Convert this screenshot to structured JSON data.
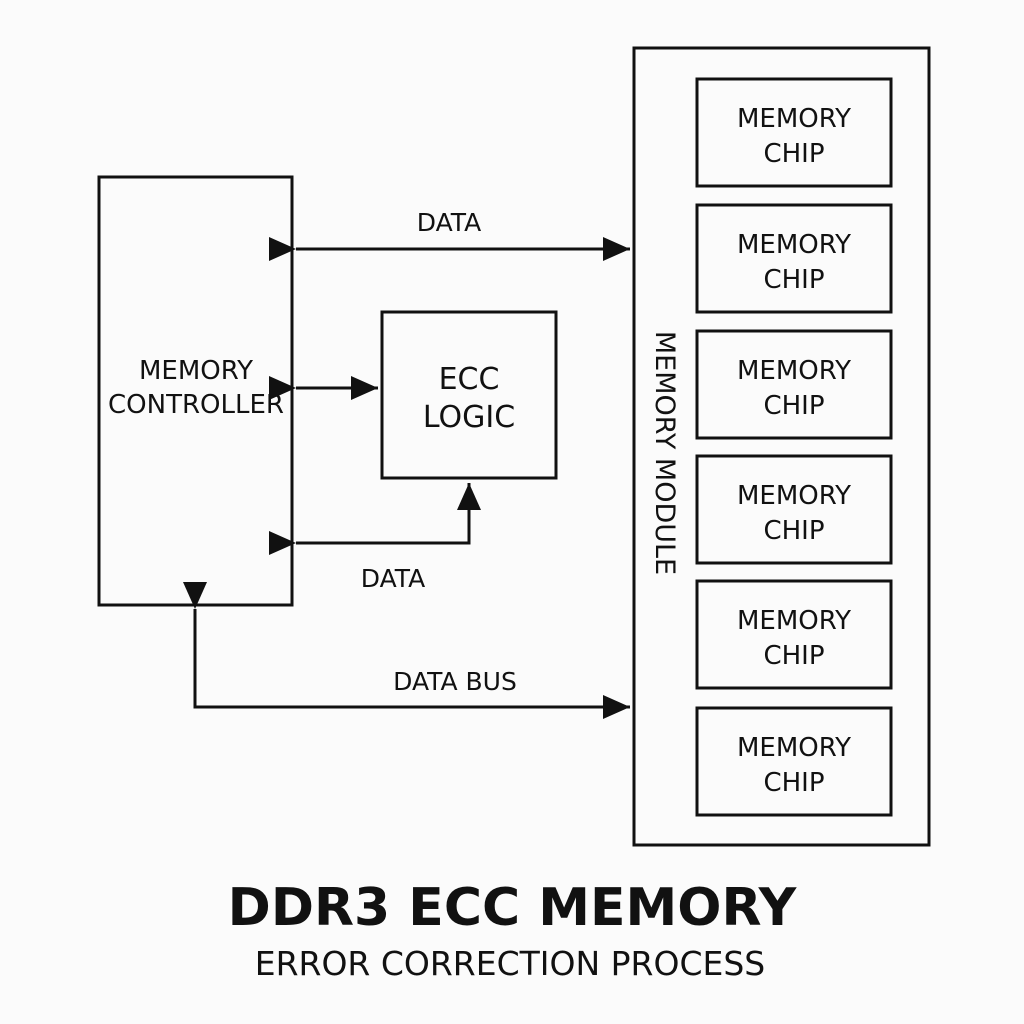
{
  "controller": {
    "line1": "MEMORY",
    "line2": "CONTROLLER"
  },
  "ecc": {
    "line1": "ECC",
    "line2": "LOGIC"
  },
  "module": {
    "label": "MEMORY MODULE",
    "chips": [
      {
        "line1": "MEMORY",
        "line2": "CHIP"
      },
      {
        "line1": "MEMORY",
        "line2": "CHIP"
      },
      {
        "line1": "MEMORY",
        "line2": "CHIP"
      },
      {
        "line1": "MEMORY",
        "line2": "CHIP"
      },
      {
        "line1": "MEMORY",
        "line2": "CHIP"
      },
      {
        "line1": "MEMORY",
        "line2": "CHIP"
      }
    ]
  },
  "connections": {
    "top_data": "DATA",
    "ecc_data": "DATA",
    "data_bus": "DATA BUS"
  },
  "title": "DDR3 ECC MEMORY",
  "subtitle": "ERROR CORRECTION PROCESS"
}
